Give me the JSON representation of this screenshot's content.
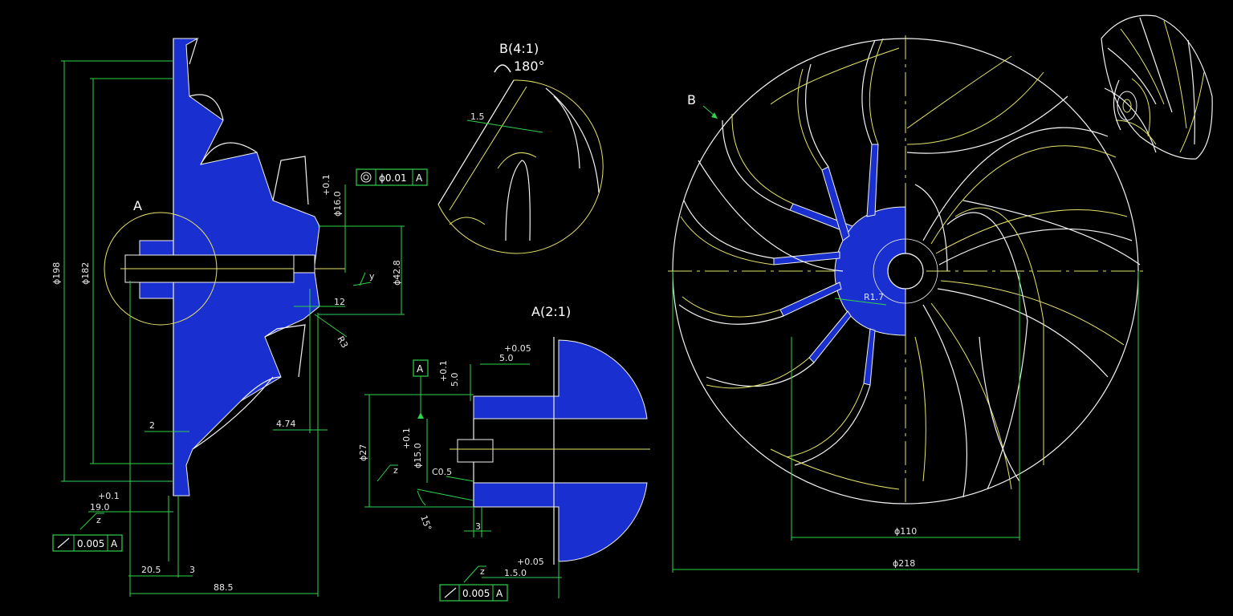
{
  "views": {
    "detail_a_marker": "A",
    "detail_b_marker": "B",
    "detail_b_title": "B(4:1)",
    "detail_b_rotation": "180°",
    "detail_a_title": "A(2:1)"
  },
  "dimensions": {
    "d198": "ϕ198",
    "d182": "ϕ182",
    "d16": "ϕ16.0",
    "d16_tol": "+0.1",
    "d42_8": "ϕ42.8",
    "len12": "12",
    "r3": "R3",
    "len2": "2",
    "len4_74": "4.74",
    "len19": "19.0",
    "len19_tol": "+0.1",
    "len20_5": "20.5",
    "len3": "3",
    "len88_5": "88.5",
    "len1_5": "1.5",
    "len5_upper": "5.0",
    "len5_upper_tol": "+0.05",
    "len5_side": "5.0",
    "len5_side_tol": "+0.1",
    "d27": "ϕ27",
    "d15": "ϕ15.0",
    "d15_tol": "+0.1",
    "c0_5": "C0.5",
    "ang15": "15°",
    "len3_detail": "3",
    "len1_5_detail": "1.5.0",
    "len1_5_detail_tol": "+0.05",
    "r1_7": "R1.7",
    "d110": "ϕ110",
    "d218": "ϕ218"
  },
  "surface": {
    "y": "y",
    "z1": "z",
    "z2": "z",
    "z3": "z"
  },
  "fcf": {
    "concentric_tol": "ϕ0.01",
    "concentric_datum": "A",
    "runout_tol_1": "0.005",
    "runout_datum_1": "A",
    "runout_tol_2": "0.005",
    "runout_datum_2": "A"
  },
  "datum": {
    "label": "A"
  },
  "colors": {
    "background": "#000000",
    "dimension_line": "#2fd24a",
    "outline": "#f2f2f2",
    "hidden_yellow": "#e6e36a",
    "section_fill": "#1a2fd0"
  },
  "icons": {
    "concentricity": "concentric-circles-icon",
    "runout": "circular-runout-arrow-icon",
    "rotation": "rotation-arc-icon"
  }
}
